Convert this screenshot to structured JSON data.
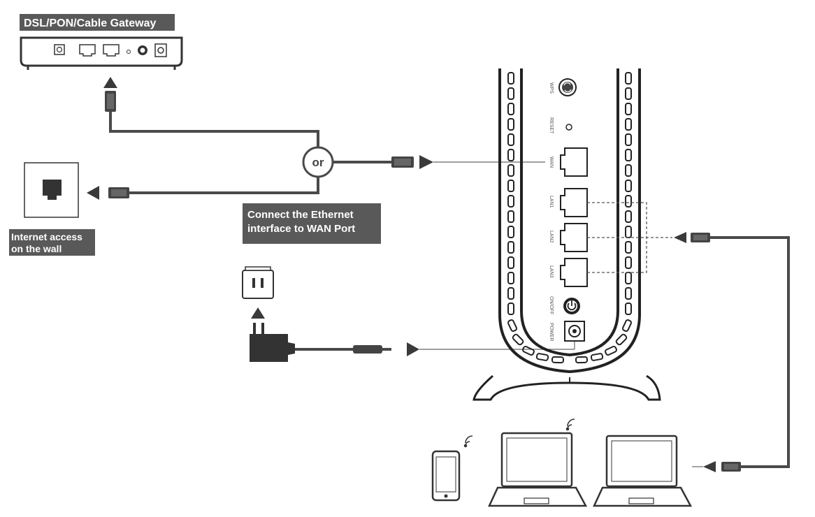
{
  "labels": {
    "gateway": "DSL/PON/Cable Gateway",
    "wall_line1": "Internet access",
    "wall_line2": "on the wall",
    "connect_line1": "Connect the Ethernet",
    "connect_line2": "interface to WAN Port",
    "or": "or"
  },
  "router_ports": {
    "wps": "WPS",
    "reset": "RESET",
    "wan": "WAN",
    "lan1": "LAN1",
    "lan2": "LAN2",
    "lan3": "LAN3",
    "onoff": "ON/OFF",
    "power": "POWER"
  },
  "colors": {
    "label_bg": "#595959",
    "line": "#4a4a4a",
    "arrow": "#3a3a3a"
  }
}
